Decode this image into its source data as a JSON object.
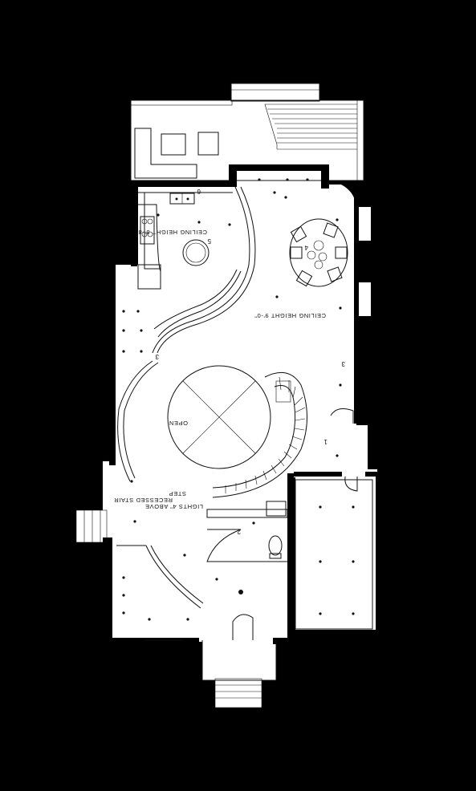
{
  "labels": {
    "ceiling_height_kitchen": "CEILING HEIGHT 8'-8\"",
    "ceiling_height_main": "CEILING HEIGHT 9'-0\"",
    "open": "OPEN",
    "recessed_stair_line1": "RECESSED STAIR",
    "recessed_stair_line2": "LIGHTS 4\" ABOVE",
    "recessed_stair_line3": "STEP"
  },
  "tags": {
    "t1": "1",
    "t2": "2",
    "t3a": "3",
    "t3b": "3",
    "t4": "4",
    "t5": "5",
    "t6": "6"
  },
  "colors": {
    "background": "#000000",
    "floor": "#ffffff",
    "linework": "#111111"
  }
}
